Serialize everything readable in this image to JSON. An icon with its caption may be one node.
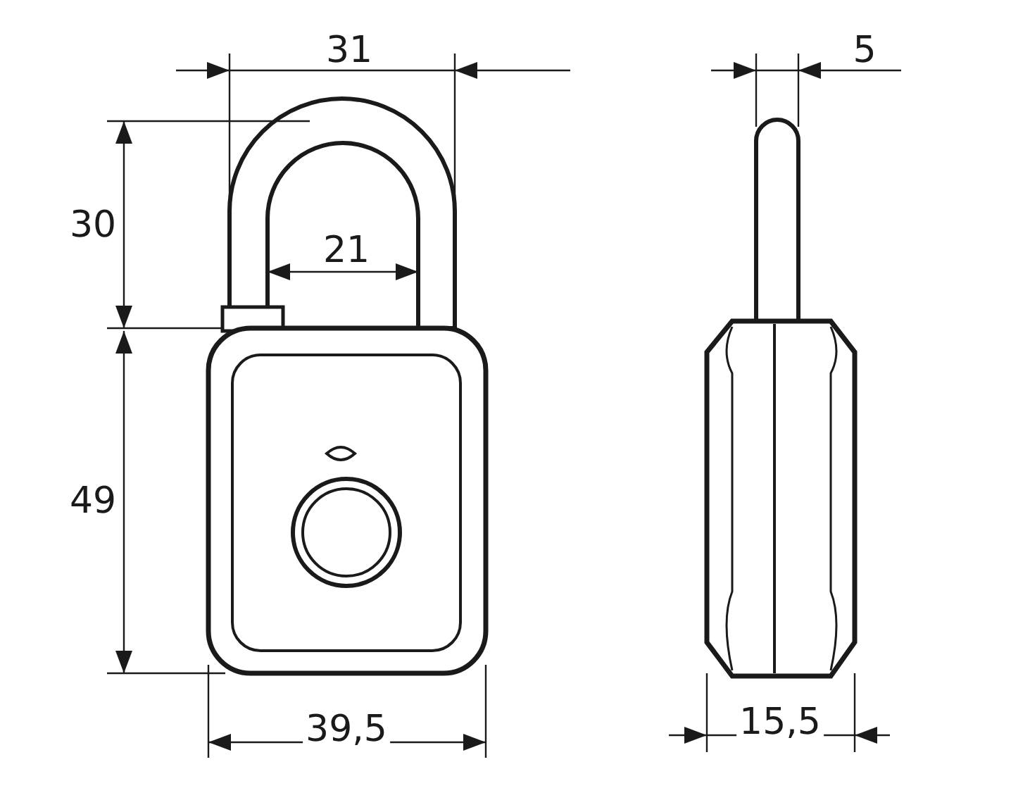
{
  "diagram": {
    "labels": [
      "31",
      "5",
      "30",
      "21",
      "49",
      "39,5",
      "15,5"
    ]
  }
}
